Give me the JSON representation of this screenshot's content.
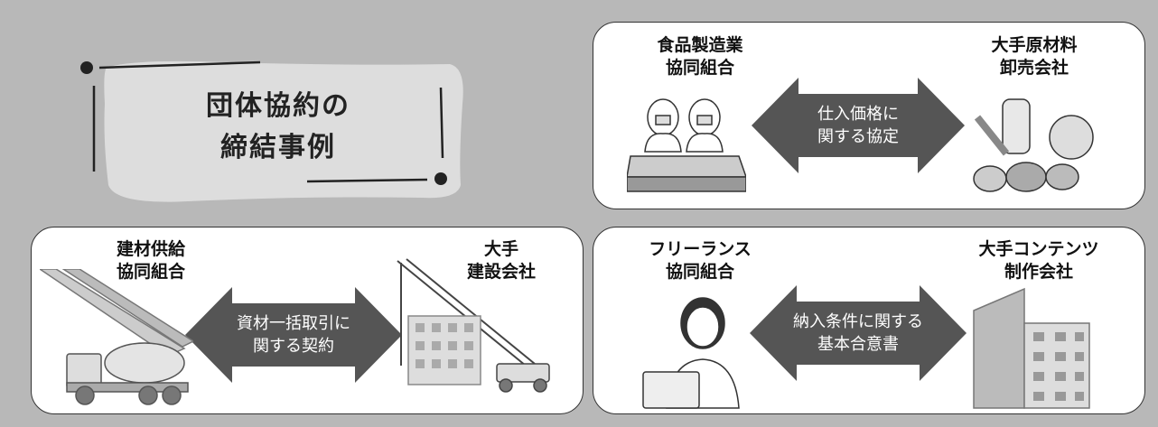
{
  "title": {
    "text": "団体協約の\n締結事例"
  },
  "cases": [
    {
      "left": "食品製造業\n協同組合",
      "agreement": "仕入価格に\n関する協定",
      "right": "大手原材料\n卸売会社"
    },
    {
      "left": "建材供給\n協同組合",
      "agreement": "資材一括取引に\n関する契約",
      "right": "大手\n建設会社"
    },
    {
      "left": "フリーランス\n協同組合",
      "agreement": "納入条件に関する\n基本合意書",
      "right": "大手コンテンツ\n制作会社"
    }
  ],
  "colors": {
    "background": "#b8b8b8",
    "arrow": "#555555",
    "card": "#ffffff"
  },
  "icons": [
    "food-factory-workers-icon",
    "raw-ingredients-icon",
    "steel-beams-icon",
    "concrete-mixer-truck-icon",
    "crane-icon",
    "building-icon",
    "laptop-worker-icon",
    "office-tower-icon"
  ]
}
